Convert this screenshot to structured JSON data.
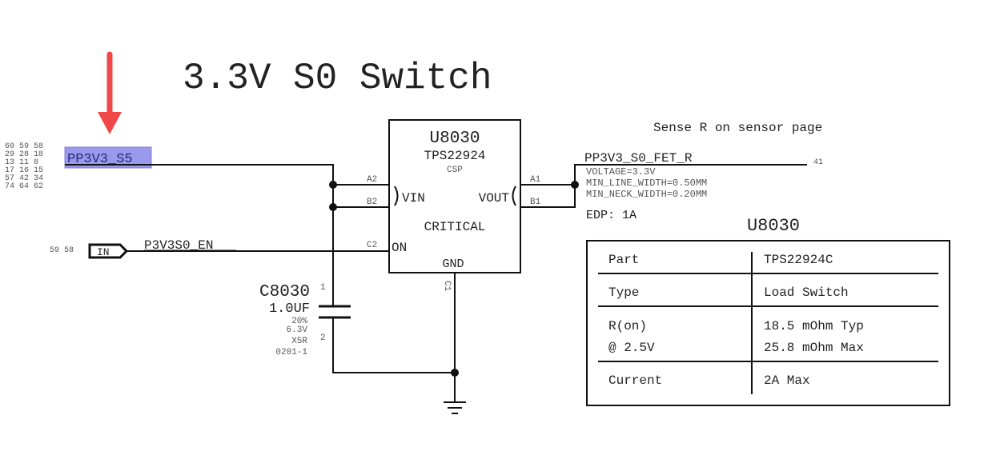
{
  "title": "3.3V S0 Switch",
  "annotation": {
    "type": "arrow",
    "color": "#f04848",
    "points_to": "PP3V3_S5"
  },
  "input_net": {
    "name": "PP3V3_S5",
    "highlight_color": "#9999ee",
    "page_refs": [
      "60 59 58",
      "29 28 18",
      "13 11 8",
      "17 16 15",
      "57 42 34",
      "74 64 62"
    ]
  },
  "enable_net": {
    "name": "P3V3S0_EN",
    "port_label": "IN",
    "page_refs": "59 58"
  },
  "ic": {
    "refdes": "U8030",
    "part": "TPS22924",
    "package": "CSP",
    "class": "CRITICAL",
    "pins": {
      "vin": "VIN",
      "vout": "VOUT",
      "on": "ON",
      "gnd": "GND"
    },
    "pin_numbers": {
      "a2": "A2",
      "b2": "B2",
      "c2": "C2",
      "a1": "A1",
      "b1": "B1",
      "c1": "C1"
    }
  },
  "capacitor": {
    "refdes": "C8030",
    "value": "1.0UF",
    "tolerance": "20%",
    "voltage": "6.3V",
    "dielectric": "X5R",
    "package": "0201-1",
    "pin1": "1",
    "pin2": "2"
  },
  "output_net": {
    "name": "PP3V3_S0_FET_R",
    "page_ref": "41",
    "properties": [
      "VOLTAGE=3.3V",
      "MIN_LINE_WIDTH=0.50MM",
      "MIN_NECK_WIDTH=0.20MM"
    ],
    "edp": "EDP: 1A"
  },
  "note": "Sense R on sensor page",
  "spec_table": {
    "title": "U8030",
    "rows": [
      {
        "label": "Part",
        "value": "TPS22924C"
      },
      {
        "label": "Type",
        "value": "Load Switch"
      },
      {
        "label": "R(on)",
        "label2": "@ 2.5V",
        "value": "18.5 mOhm Typ",
        "value2": "25.8 mOhm Max"
      },
      {
        "label": "Current",
        "value": "2A Max"
      }
    ]
  }
}
